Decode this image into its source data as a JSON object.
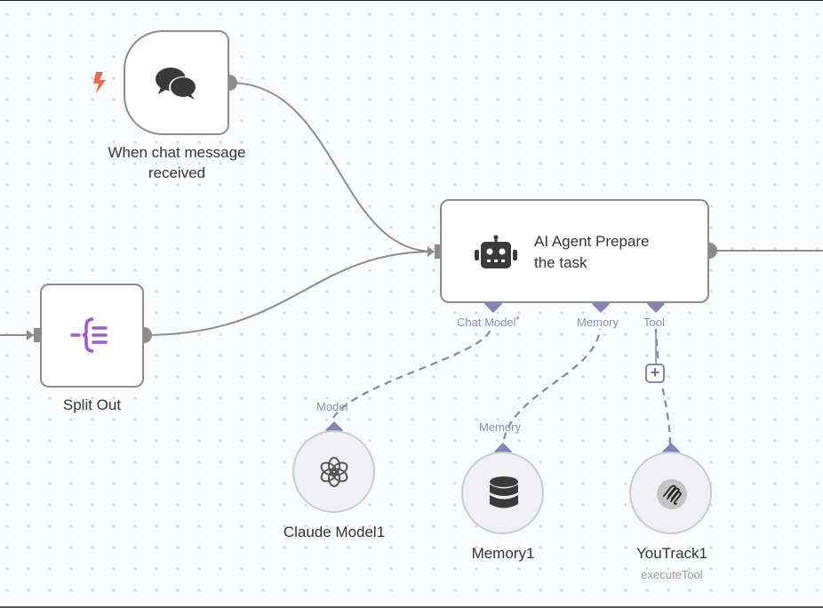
{
  "canvas": {
    "accent_color": "#8185b8",
    "edge_color": "#8c8c8c",
    "trigger_color": "#f0684e"
  },
  "nodes": {
    "trigger": {
      "label_line1": "When chat message",
      "label_line2": "received",
      "icon": "chat-bubbles-icon",
      "badge_icon": "lightning-bolt-icon"
    },
    "split_out": {
      "label": "Split Out",
      "icon": "split-out-icon"
    },
    "agent": {
      "title_line1": "AI Agent Prepare",
      "title_line2": "the task",
      "icon": "robot-icon"
    },
    "claude": {
      "label": "Claude Model1",
      "port_label": "Model",
      "icon": "openai-knot-icon"
    },
    "memory": {
      "label": "Memory1",
      "port_label": "Memory",
      "icon": "database-icon"
    },
    "youtrack": {
      "label": "YouTrack1",
      "sublabel": "executeTool",
      "icon": "youtrack-icon"
    }
  },
  "agent_ports": {
    "chat_model": {
      "label": "Chat Model",
      "required_mark": "*"
    },
    "memory": {
      "label": "Memory"
    },
    "tool": {
      "label": "Tool"
    }
  },
  "add_tool_button": {
    "label": "+"
  }
}
